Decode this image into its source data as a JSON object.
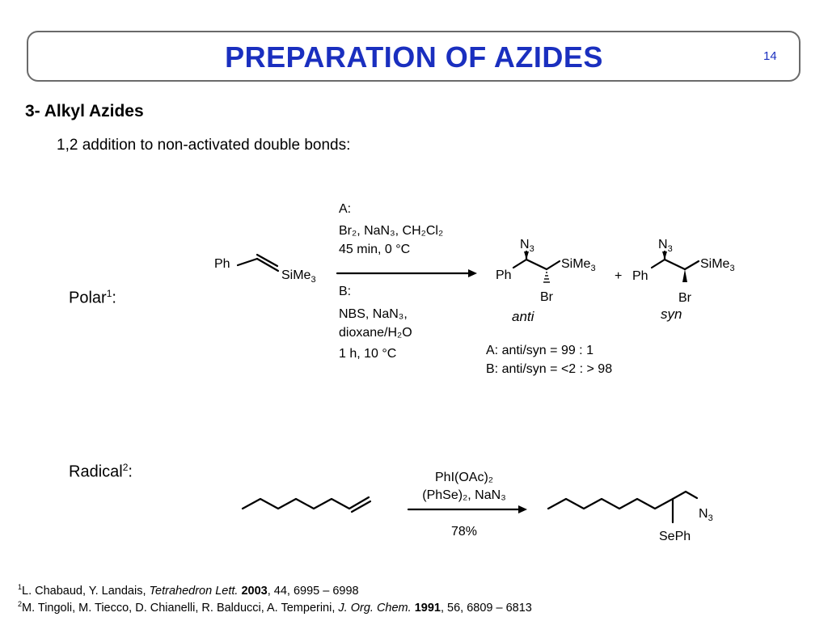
{
  "slide": {
    "title": "PREPARATION OF AZIDES",
    "page_number": "14",
    "section_heading": "3- Alkyl Azides",
    "subtitle": "1,2 addition to non-activated double bonds:"
  },
  "polar": {
    "label": "Polar",
    "ref_mark": "1",
    "reactant_ph": "Ph",
    "reactant_sime3": "SiMe",
    "cond_A_label": "A:",
    "cond_A_reagents": "Br₂, NaN₃, CH₂Cl₂",
    "cond_A_time": "45 min, 0 °C",
    "cond_B_label": "B:",
    "cond_B_reagents": "NBS, NaN₃,",
    "cond_B_solvent": "dioxane/H₂O",
    "cond_B_time": "1 h, 10 °C",
    "product_anti_label": "anti",
    "product_syn_label": "syn",
    "plus": "+",
    "ratio_A": "A: anti/syn  = 99 : 1",
    "ratio_B": "B: anti/syn  = <2 : > 98"
  },
  "radical": {
    "label": "Radical",
    "ref_mark": "2",
    "cond_reagent1": "PhI(OAc)₂",
    "cond_reagent2": "(PhSe)₂, NaN₃",
    "yield": "78%"
  },
  "references": [
    {
      "mark": "1",
      "authors": "L. Chabaud, Y. Landais, ",
      "journal": "Tetrahedron Lett.",
      "year": "2003",
      "rest": ", 44, 6995 – 6998"
    },
    {
      "mark": "2",
      "authors": "M. Tingoli, M. Tiecco, D. Chianelli, R. Balducci, A. Temperini, ",
      "journal": "J. Org. Chem.",
      "year": "1991",
      "rest": ", 56, 6809 – 6813"
    }
  ],
  "colors": {
    "title": "#1a2fbf",
    "frame_border": "#6a6a6a"
  }
}
